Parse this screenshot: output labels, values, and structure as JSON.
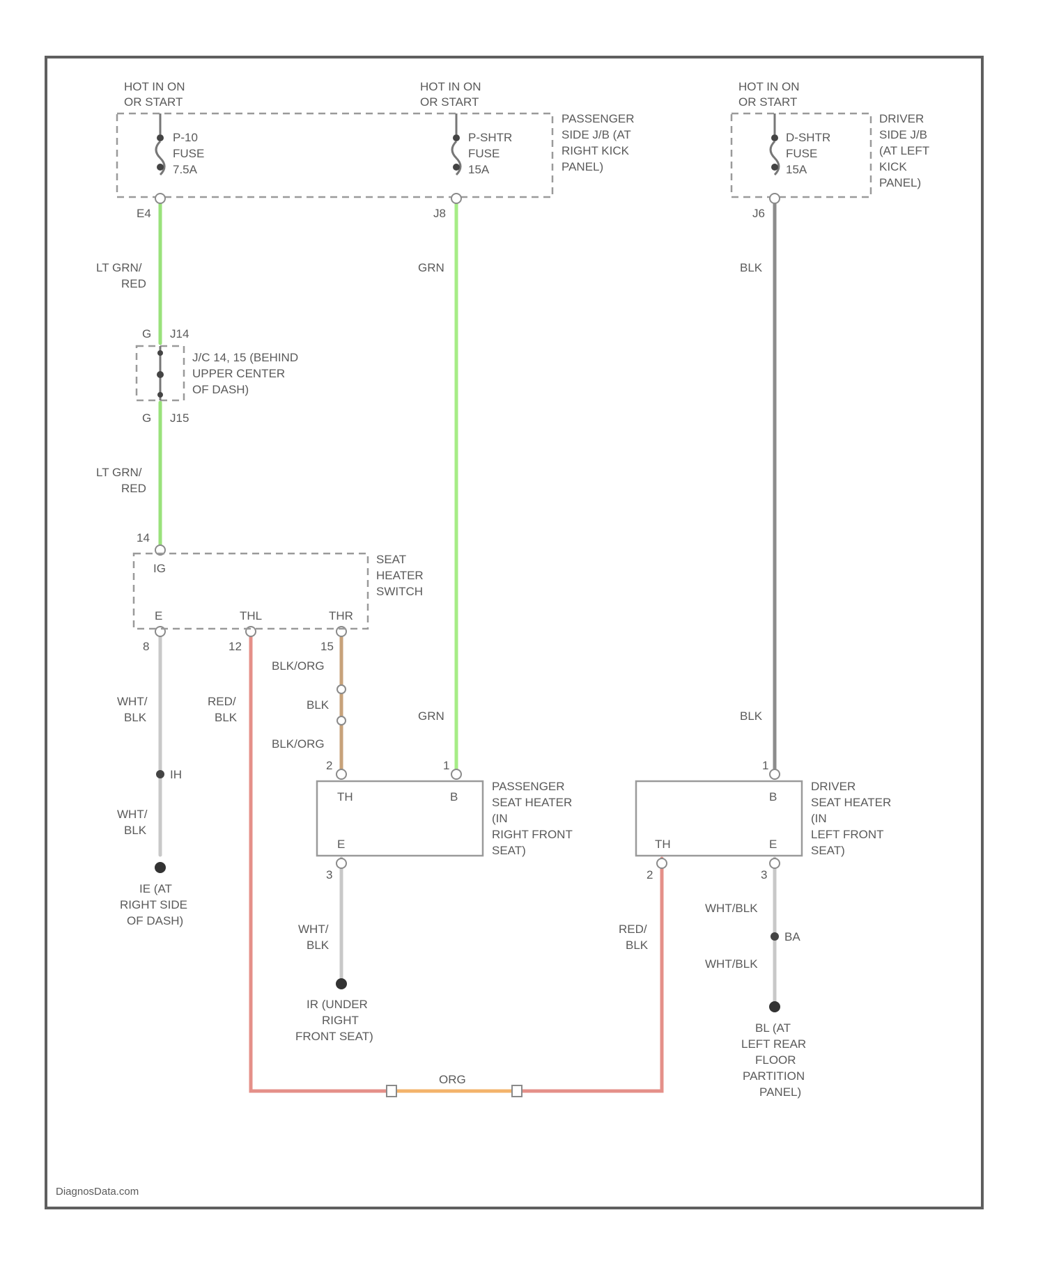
{
  "colors": {
    "lt_grn_red": "#99e27b",
    "grn": "#a6ec86",
    "blk": "#8c8c8c",
    "wht_blk": "#c8c8c8",
    "red_blk": "#e59089",
    "org": "#f3b36b",
    "blk_org": "#c7a27a"
  },
  "power": {
    "hot1": [
      "HOT IN ON",
      "OR START"
    ],
    "hot2": [
      "HOT IN ON",
      "OR START"
    ],
    "hot3": [
      "HOT IN ON",
      "OR START"
    ],
    "fuse1": [
      "P-10",
      "FUSE",
      "7.5A"
    ],
    "fuse2": [
      "P-SHTR",
      "FUSE",
      "15A"
    ],
    "fuse3": [
      "D-SHTR",
      "FUSE",
      "15A"
    ],
    "pass_jb": [
      "PASSENGER",
      "SIDE J/B (AT",
      "RIGHT KICK",
      "PANEL)"
    ],
    "drv_jb": [
      "DRIVER",
      "SIDE J/B",
      "(AT LEFT",
      "KICK",
      "PANEL)"
    ],
    "pin1": "E4",
    "pin2": "J8",
    "pin3": "J6"
  },
  "wires": {
    "w1a": [
      "LT GRN/",
      "RED"
    ],
    "w1b": [
      "LT GRN/",
      "RED"
    ],
    "w2": "GRN",
    "w2b": "GRN",
    "w3": "BLK",
    "w3b": "BLK",
    "w4a": [
      "WHT/",
      "BLK"
    ],
    "w4b": [
      "WHT/",
      "BLK"
    ],
    "w5": [
      "RED/",
      "BLK"
    ],
    "w6a": "BLK/ORG",
    "w6b": "BLK",
    "w6c": "BLK/ORG",
    "w7": [
      "WHT/",
      "BLK"
    ],
    "w8": [
      "RED/",
      "BLK"
    ],
    "w9a": "WHT/BLK",
    "w9b": "WHT/BLK",
    "w10": "ORG"
  },
  "junction": {
    "pin_top": "G",
    "conn_top": "J14",
    "pin_bot": "G",
    "conn_bot": "J15",
    "desc": [
      "J/C 14, 15 (BEHIND",
      "UPPER CENTER",
      "OF DASH)"
    ]
  },
  "switch": {
    "title": [
      "SEAT",
      "HEATER",
      "SWITCH"
    ],
    "pin_ig_num": "14",
    "pin_ig": "IG",
    "pin_e": "E",
    "pin_e_num": "8",
    "pin_thl": "THL",
    "pin_thl_num": "12",
    "pin_thr": "THR",
    "pin_thr_num": "15"
  },
  "pass_heater": {
    "title": [
      "PASSENGER",
      "SEAT HEATER",
      "(IN",
      "RIGHT FRONT",
      "SEAT)"
    ],
    "th": "TH",
    "b": "B",
    "e": "E",
    "pin2": "2",
    "pin1": "1",
    "pin3": "3"
  },
  "drv_heater": {
    "title": [
      "DRIVER",
      "SEAT HEATER",
      "(IN",
      "LEFT FRONT",
      "SEAT)"
    ],
    "b": "B",
    "th": "TH",
    "e": "E",
    "pin1": "1",
    "pin2": "2",
    "pin3": "3"
  },
  "grounds": {
    "ie_splice": "IH",
    "g1": [
      "IE (AT",
      "RIGHT SIDE",
      "OF DASH)"
    ],
    "g2": [
      "IR (UNDER",
      "RIGHT",
      "FRONT SEAT)"
    ],
    "bk_splice": "BA",
    "g3": [
      "BL (AT",
      "LEFT REAR",
      "FLOOR",
      "PARTITION",
      "PANEL)"
    ]
  },
  "watermark": "DiagnosData.com"
}
